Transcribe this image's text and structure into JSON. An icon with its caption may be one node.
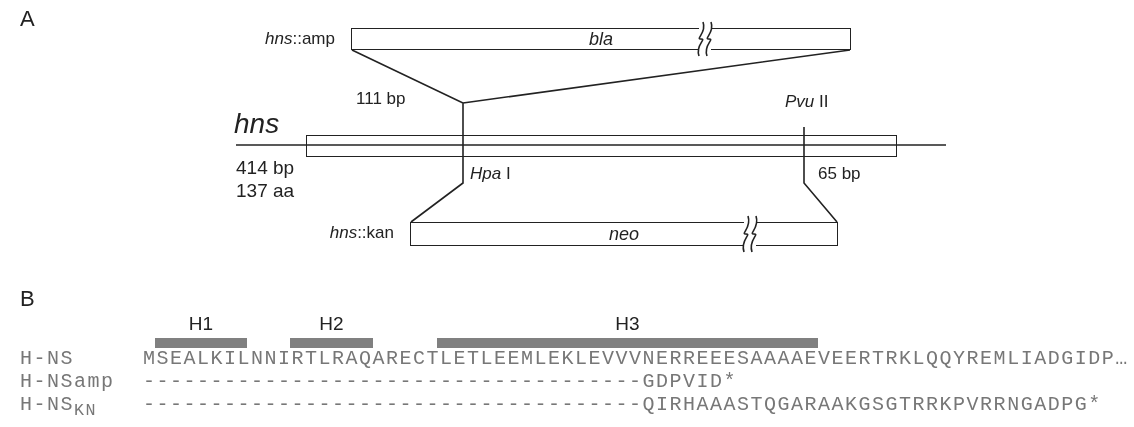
{
  "diagram": {
    "nodes": [
      {
        "text": [
          "bla"
        ],
        "beside": [
          "*hns*::amp"
        ]
      },
      {
        "text": [],
        "shape": "bar"
      },
      {
        "text": [
          "neo"
        ],
        "beside": [
          "*hns*::kan"
        ]
      },
      {
        "text": [
          "H1"
        ]
      },
      {
        "text": [
          "H2"
        ]
      },
      {
        "text": [
          "H3"
        ]
      }
    ],
    "edges": [
      {
        "from": 0,
        "to": 1,
        "arrow": "none"
      },
      {
        "from": 1,
        "to": 2,
        "arrow": "none"
      },
      {
        "from": 1,
        "to": 2,
        "arrow": "none"
      }
    ],
    "labels": [
      "A",
      "111 bp",
      "*Pvu* II",
      "hns",
      "414 bp",
      "137 aa",
      "*Hpa* I",
      "65 bp",
      "B",
      "H-NS",
      "MSEALKILNNIRTLRAQARECTLETLEEMLEKLEVVVNERREEESAAAAEVEERTRKLQQYREMLIADGIDP…",
      "H-NSamp",
      "-------------------------------------GDPVID*",
      "H-NS$_{KN}$",
      "-------------------------------------QIRHAAASTQGARAAKGSGTRRKPVRRNGADPG*"
    ]
  }
}
